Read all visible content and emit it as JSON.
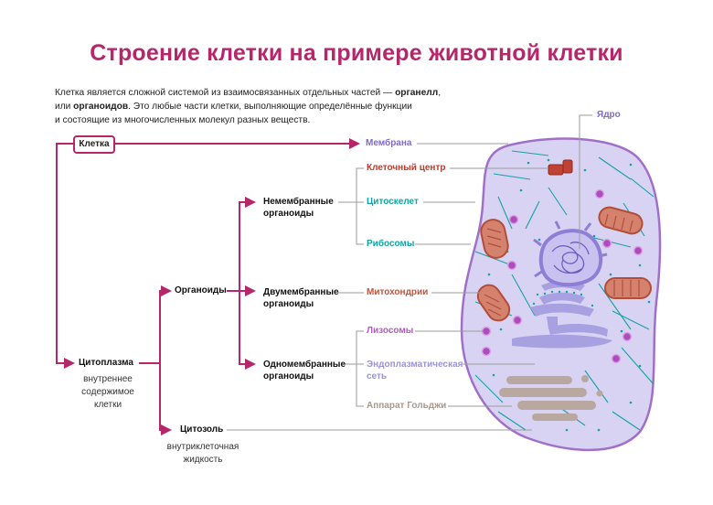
{
  "title": "Строение клетки на примере животной клетки",
  "intro": {
    "t1": "Клетка является сложной системой из взаимосвязанных отдельных частей — ",
    "b1": "органелл",
    "t2": ",",
    "t3": "или ",
    "b2": "органоидов",
    "t4": ". Это любые части клетки, выполняющие определённые функции",
    "t5": "и состоящие из многочисленных молекул разных веществ."
  },
  "nodes": {
    "cell": "Клетка",
    "cytoplasm": "Цитоплазма",
    "cytoplasm_desc": [
      "внутреннее",
      "содержимое",
      "клетки"
    ],
    "organoids": "Органоиды",
    "cytosol": "Цитозоль",
    "cytosol_desc": [
      "внутриклеточная",
      "жидкость"
    ],
    "nonmembrane": [
      "Немембранные",
      "органоиды"
    ],
    "doublemembrane": [
      "Двумембранные",
      "органоиды"
    ],
    "singlemembrane": [
      "Одномембранные",
      "органоиды"
    ]
  },
  "organelles": {
    "nucleus": "Ядро",
    "membrane": "Мембрана",
    "centrosome": "Клеточный центр",
    "cytoskeleton": "Цитоскелет",
    "ribosomes": "Рибосомы",
    "mitochondria": "Митохондрии",
    "lysosomes": "Лизосомы",
    "er": [
      "Эндоплазматическая",
      "сеть"
    ],
    "golgi": "Аппарат Гольджи"
  },
  "colors": {
    "accent": "#b5266a",
    "membrane": "#7e6bc4",
    "centrosome": "#c0392b",
    "cytoskeleton": "#13a3a3",
    "mitochondria": "#c0563d",
    "lysosomes": "#b659c4",
    "er": "#9b93d8",
    "golgi": "#a8988a",
    "cell_fill": "#d9d3f3",
    "cell_border": "#a070c8"
  }
}
